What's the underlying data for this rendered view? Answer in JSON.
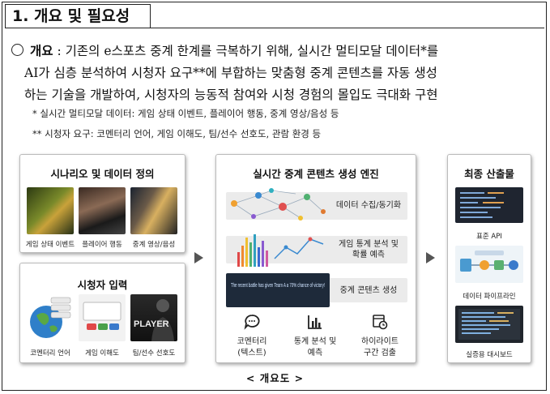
{
  "section": {
    "title": "1. 개요 및 필요성"
  },
  "overview": {
    "label": "개요",
    "line1_rest": " : 기존의 e스포츠 중계 한계를 극복하기 위해, 실시간 멀티모달 데이터*를",
    "line2": "AI가 심층 분석하여 시청자 요구**에 부합하는 맞춤형 중계 콘텐츠를 자동 생성",
    "line3": "하는 기술을 개발하여, 시청자의 능동적 참여와 시청 경험의 몰입도 극대화 구현"
  },
  "notes": [
    "* 실시간 멀티모달 데이터: 게임 상태 이벤트, 플레이어 행동, 중계 영상/음성 등",
    "** 시청자 요구: 코멘터리 언어, 게임 이해도, 팀/선수 선호도, 관람 환경 등"
  ],
  "diagram": {
    "scenario": {
      "title": "시나리오 및 데이터 정의",
      "items": [
        "게임 상태 이벤트",
        "플레이어 행동",
        "중계 영상/음성"
      ]
    },
    "viewer": {
      "title": "시청자 입력",
      "items": [
        "코멘터리 언어",
        "게임 이해도",
        "팀/선수 선호도"
      ],
      "player_text": "PLAYER"
    },
    "engine": {
      "title": "실시간 중계 콘텐츠 생성 엔진",
      "rows": [
        "데이터 수집/동기화",
        "게임 통계 분석 및\n확률 예측",
        "중계 콘텐츠 생성"
      ],
      "quote_text": "The recent battle has given Team A a 70% chance of victory!",
      "outputs": [
        "코멘터리\n(텍스트)",
        "통계 분석 및\n예측",
        "하이라이트\n구간 검출"
      ]
    },
    "final": {
      "title": "최종 산출물",
      "items": [
        "표준 API",
        "데이터 파이프라인",
        "실증용 대시보드"
      ]
    }
  },
  "caption": "< 개요도 >",
  "colors": {
    "border": "#222222",
    "panel_shadow": "#999999",
    "row_bg": "#ebebeb",
    "arrow": "#555555"
  }
}
